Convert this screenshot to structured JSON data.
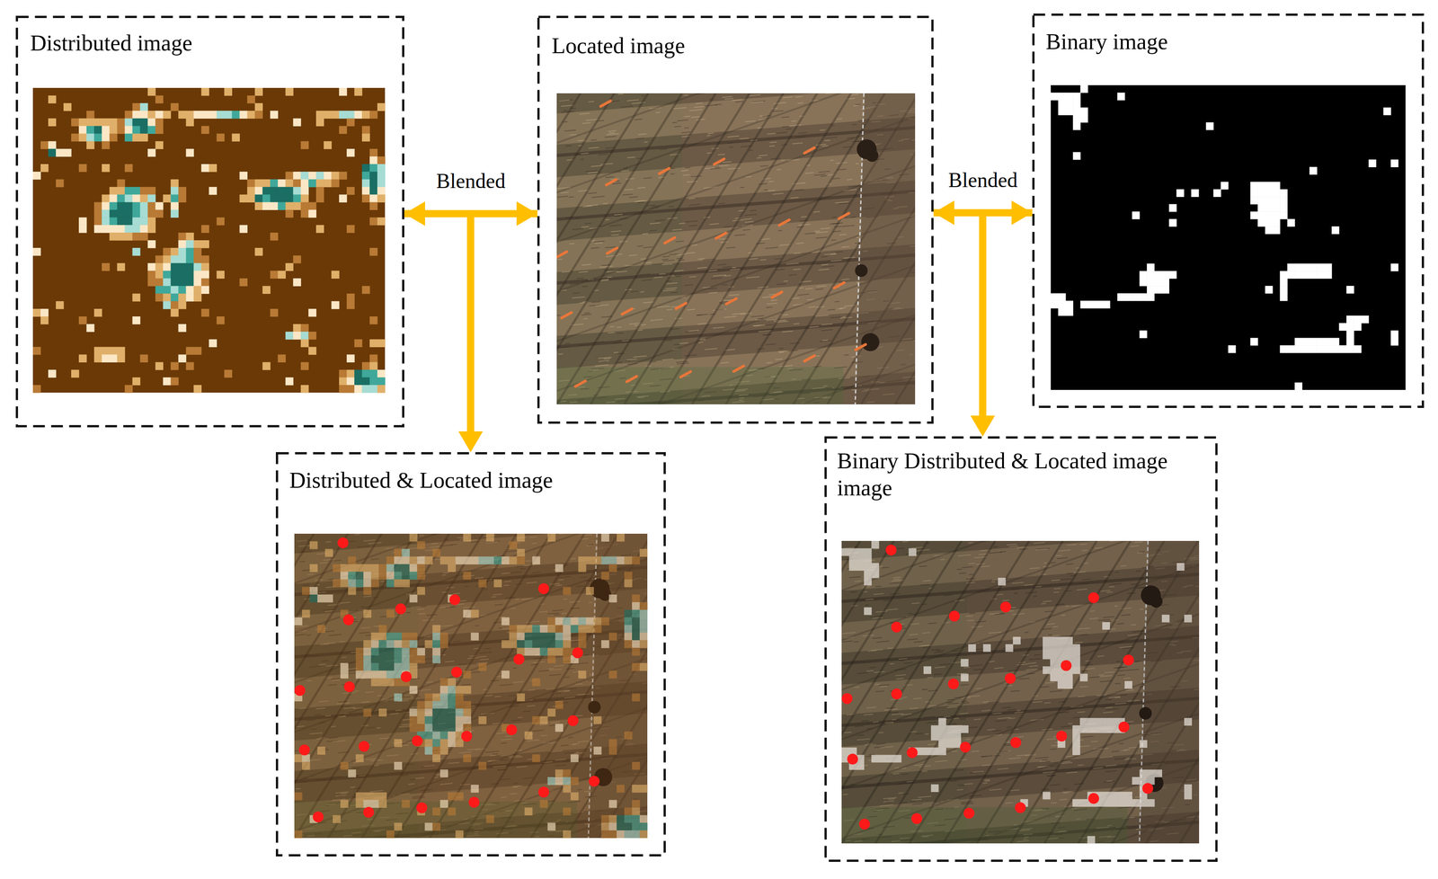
{
  "diagram": {
    "nodes": [
      {
        "text": [
          "Distributed image"
        ]
      },
      {
        "text": [
          "Located image"
        ]
      },
      {
        "text": [
          "Binary image"
        ]
      },
      {
        "text": [
          "Distributed & Located image"
        ]
      },
      {
        "text": [
          "Binary Distributed & Located image image"
        ]
      }
    ],
    "edges": [
      {
        "from": 0,
        "to": 1,
        "arrow": "both",
        "label": "Blended"
      },
      {
        "from": 0,
        "to": 3,
        "arrow": "to"
      },
      {
        "from": 1,
        "to": 3,
        "arrow": "to"
      },
      {
        "from": 1,
        "to": 2,
        "arrow": "both",
        "label": "Blended"
      },
      {
        "from": 1,
        "to": 4,
        "arrow": "to"
      },
      {
        "from": 2,
        "to": 4,
        "arrow": "to"
      }
    ]
  }
}
